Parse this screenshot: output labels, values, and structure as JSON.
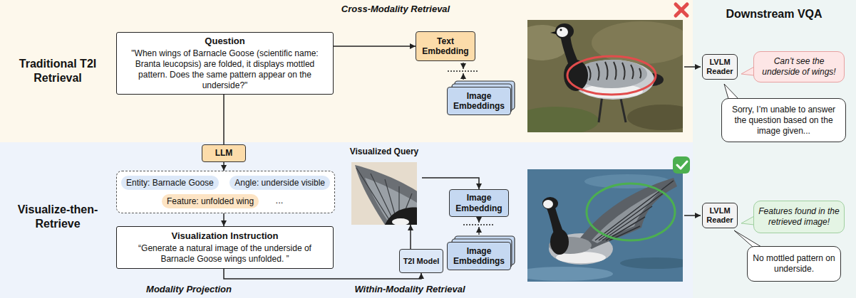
{
  "diagram": {
    "nodes": [
      {
        "text": [
          "Question",
          "\"When wings of Barnacle Goose (scientific name: Branta leucopsis) are folded, it displays mottled pattern. Does the same pattern appear on the underside?\""
        ]
      },
      {
        "text": [
          "Text Embedding"
        ]
      },
      {
        "text": [
          "Image Embeddings"
        ]
      },
      {
        "text": [
          "LVLM Reader"
        ]
      },
      {
        "text": [
          "Can’t see the underside of wings!"
        ]
      },
      {
        "text": [
          "Sorry, I’m unable to answer the question based on the image given..."
        ]
      },
      {
        "text": [
          "LLM"
        ]
      },
      {
        "text": []
      },
      {
        "text": [
          "Entity: Barnacle Goose"
        ],
        "in": 7
      },
      {
        "text": [
          "Angle: underside visible"
        ],
        "in": 7
      },
      {
        "text": [
          "Feature: unfolded wing"
        ],
        "in": 7
      },
      {
        "text": [
          "Visualization Instruction",
          "“Generate a natural image of the underside of Barnacle Goose wings unfolded. ”"
        ]
      },
      {
        "text": [
          "Visualized Query"
        ]
      },
      {
        "text": [
          "Image Embedding"
        ]
      },
      {
        "text": [
          "T2I Model"
        ]
      },
      {
        "text": [
          "Image Embeddings"
        ]
      },
      {
        "text": [
          "LVLM Reader"
        ]
      },
      {
        "text": [
          "Features found in the retrieved image!"
        ]
      },
      {
        "text": [
          "No mottled pattern on underside."
        ]
      }
    ],
    "edges": [
      {
        "from": 0,
        "to": 1,
        "arrow": "to"
      },
      {
        "from": 0,
        "to": 6,
        "arrow": "none"
      },
      {
        "from": 6,
        "to": 7,
        "arrow": "to"
      },
      {
        "from": 7,
        "to": 11,
        "arrow": "to"
      },
      {
        "from": 11,
        "to": 14,
        "arrow": "to"
      },
      {
        "from": 14,
        "to": 12,
        "arrow": "to"
      },
      {
        "from": 12,
        "to": 13,
        "arrow": "to"
      }
    ],
    "labels": [
      "Cross-Modality Retrieval",
      "Downstream VQA",
      "Traditional T2I Retrieval",
      "...",
      "Visualize-then-Retrieve",
      "Modality Projection",
      "Within-Modality Retrieval"
    ]
  }
}
